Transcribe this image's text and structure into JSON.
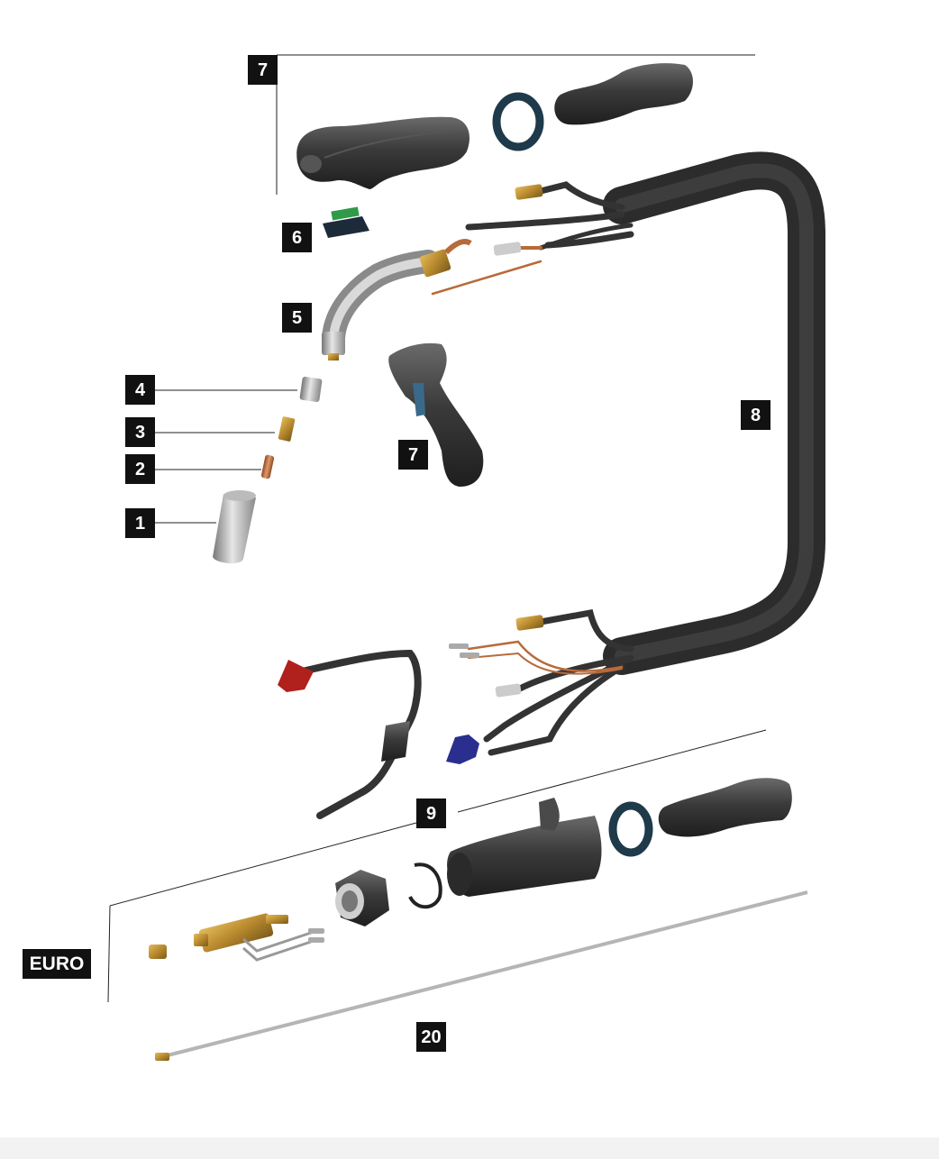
{
  "labels": {
    "l7_top": "7",
    "l6": "6",
    "l5": "5",
    "l4": "4",
    "l3": "3",
    "l2": "2",
    "l1": "1",
    "l7_mid": "7",
    "l8": "8",
    "l9": "9",
    "euro": "EURO",
    "l20": "20"
  },
  "colors": {
    "label_bg": "#111111",
    "label_text": "#ffffff",
    "rubber": "#3a3a3a",
    "brass": "#b8892e",
    "copper": "#b86a3a",
    "steel": "#a8a8a8",
    "red_valve": "#b0201c",
    "blue_valve": "#2a2f8f",
    "switch_green": "#2f9a4a"
  }
}
